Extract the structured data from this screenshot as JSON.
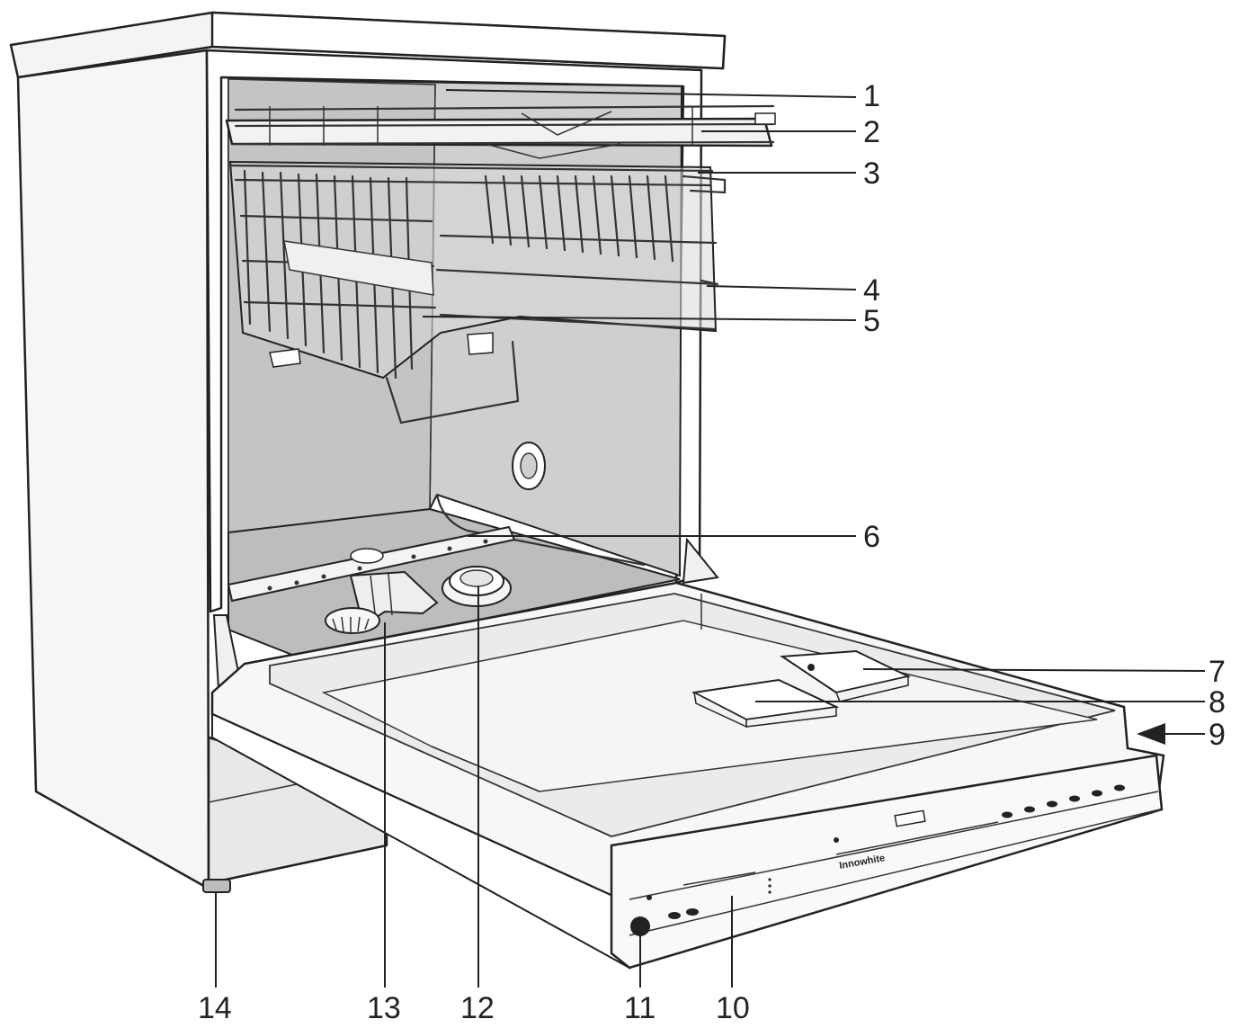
{
  "figure": {
    "labels": [
      {
        "id": "1",
        "text": "1"
      },
      {
        "id": "2",
        "text": "2"
      },
      {
        "id": "3",
        "text": "3"
      },
      {
        "id": "4",
        "text": "4"
      },
      {
        "id": "5",
        "text": "5"
      },
      {
        "id": "6",
        "text": "6"
      },
      {
        "id": "7",
        "text": "7"
      },
      {
        "id": "8",
        "text": "8"
      },
      {
        "id": "9",
        "text": "9"
      },
      {
        "id": "10",
        "text": "10"
      },
      {
        "id": "11",
        "text": "11"
      },
      {
        "id": "12",
        "text": "12"
      },
      {
        "id": "13",
        "text": "13"
      },
      {
        "id": "14",
        "text": "14"
      }
    ],
    "brand_text": "Innowhite"
  },
  "colors": {
    "outline": "#222222",
    "cabinet_fill": "#f4f4f4",
    "cavity_fill": "#cfcfcf",
    "cavity_floor": "#bdbdbd",
    "door_fill": "#f7f7f7",
    "door_inner": "#e6e6e6"
  }
}
